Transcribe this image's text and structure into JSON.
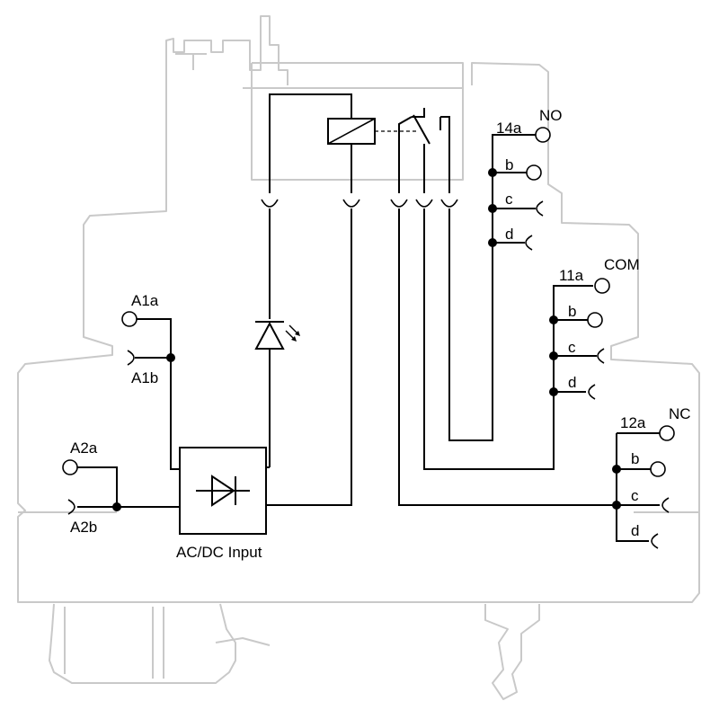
{
  "colors": {
    "housing": "#c9c9c9",
    "wire": "#000000",
    "background": "#ffffff"
  },
  "input": {
    "a1a": "A1a",
    "a1b": "A1b",
    "a2a": "A2a",
    "a2b": "A2b",
    "module_label": "AC/DC Input"
  },
  "outputs": {
    "no": {
      "name": "NO",
      "main": "14a",
      "b": "b",
      "c": "c",
      "d": "d"
    },
    "com": {
      "name": "COM",
      "main": "11a",
      "b": "b",
      "c": "c",
      "d": "d"
    },
    "nc": {
      "name": "NC",
      "main": "12a",
      "b": "b",
      "c": "c",
      "d": "d"
    }
  },
  "icons": [
    "relay-coil-icon",
    "relay-contact-icon",
    "led-icon",
    "rectifier-icon"
  ]
}
